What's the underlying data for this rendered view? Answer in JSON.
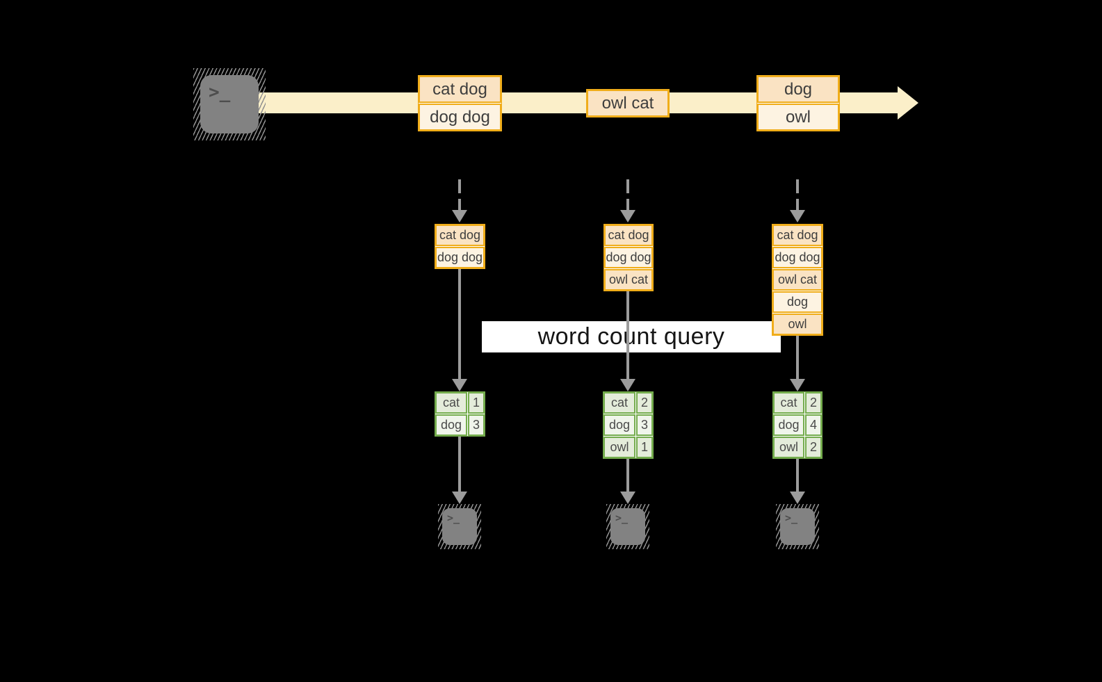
{
  "query_label": "word count query",
  "icons": {
    "terminal_prompt": ">",
    "terminal_cursor": "_"
  },
  "stream_events": [
    [
      "cat dog",
      "dog dog"
    ],
    [
      "owl cat"
    ],
    [
      "dog",
      "owl"
    ]
  ],
  "stacks": [
    [
      "cat dog",
      "dog dog"
    ],
    [
      "cat dog",
      "dog dog",
      "owl cat"
    ],
    [
      "cat dog",
      "dog dog",
      "owl cat",
      "dog",
      "owl"
    ]
  ],
  "tables": [
    [
      [
        "cat",
        "1"
      ],
      [
        "dog",
        "3"
      ]
    ],
    [
      [
        "cat",
        "2"
      ],
      [
        "dog",
        "3"
      ],
      [
        "owl",
        "1"
      ]
    ],
    [
      [
        "cat",
        "2"
      ],
      [
        "dog",
        "4"
      ],
      [
        "owl",
        "2"
      ]
    ]
  ],
  "colors": {
    "background": "#000000",
    "stream_band": "#fbefc9",
    "orange_border": "#f0ad1a",
    "cell_peach_dark": "#fae3c3",
    "cell_peach_light": "#fdf3e2",
    "green_border": "#74ac4d",
    "cell_green_dark": "#e4ecda",
    "cell_green_light": "#f0f5eb",
    "arrow_gray": "#9c9c9c",
    "terminal_gray": "#828282",
    "query_bg": "#ffffff",
    "text_dark": "#3d3d3d"
  }
}
